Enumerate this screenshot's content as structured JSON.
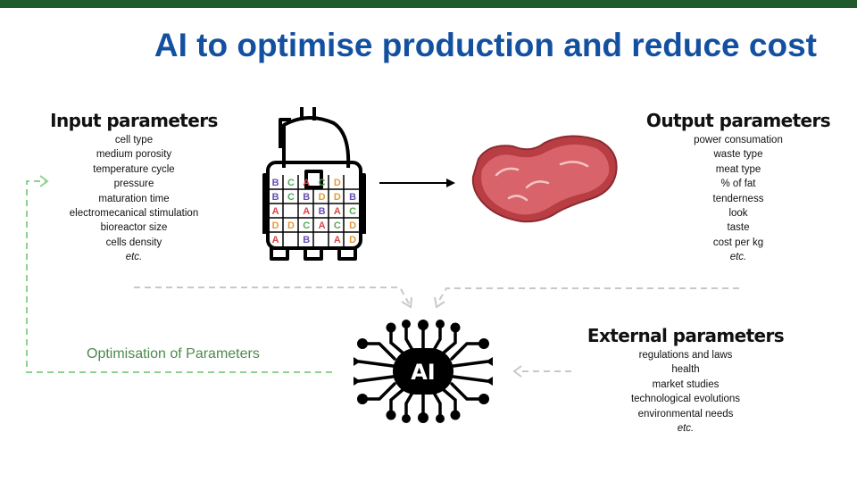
{
  "title": "AI to optimise production and reduce cost",
  "input": {
    "heading": "Input parameters",
    "items": [
      "cell type",
      "medium porosity",
      "temperature cycle",
      "pressure",
      "maturation time",
      "electromecanical stimulation",
      "bioreactor size",
      "cells density",
      "etc."
    ]
  },
  "output": {
    "heading": "Output parameters",
    "items": [
      "power consumation",
      "waste type",
      "meat type",
      "% of fat",
      "tenderness",
      "look",
      "taste",
      "cost per kg",
      "etc."
    ]
  },
  "external": {
    "heading": "External parameters",
    "items": [
      "regulations and laws",
      "health",
      "market studies",
      "technological evolutions",
      "environmental needs",
      "etc."
    ]
  },
  "optimisation_label": "Optimisation of Parameters",
  "ai_label": "AI",
  "bioreactor_grid": [
    [
      "B",
      "C",
      "A",
      "C",
      "D",
      ""
    ],
    [
      "B",
      "C",
      "B",
      "D",
      "D",
      "B"
    ],
    [
      "A",
      "",
      "A",
      "B",
      "A",
      "C"
    ],
    [
      "D",
      "D",
      "C",
      "A",
      "C",
      "D"
    ],
    [
      "A",
      "",
      "B",
      "",
      "A",
      "D"
    ]
  ],
  "icons": {
    "bioreactor": "bioreactor-icon",
    "meat": "steak-icon",
    "ai": "ai-circuit-icon"
  },
  "colors": {
    "title": "#1350a0",
    "topbar": "#1f5a2c",
    "optimisation": "#4c8a4c",
    "dashed_green": "#8fd18f",
    "dashed_gray": "#c8c8c8",
    "letter_A": "#d94545",
    "letter_B": "#6a4fb8",
    "letter_C": "#5aa85a",
    "letter_D": "#e59a3c"
  }
}
